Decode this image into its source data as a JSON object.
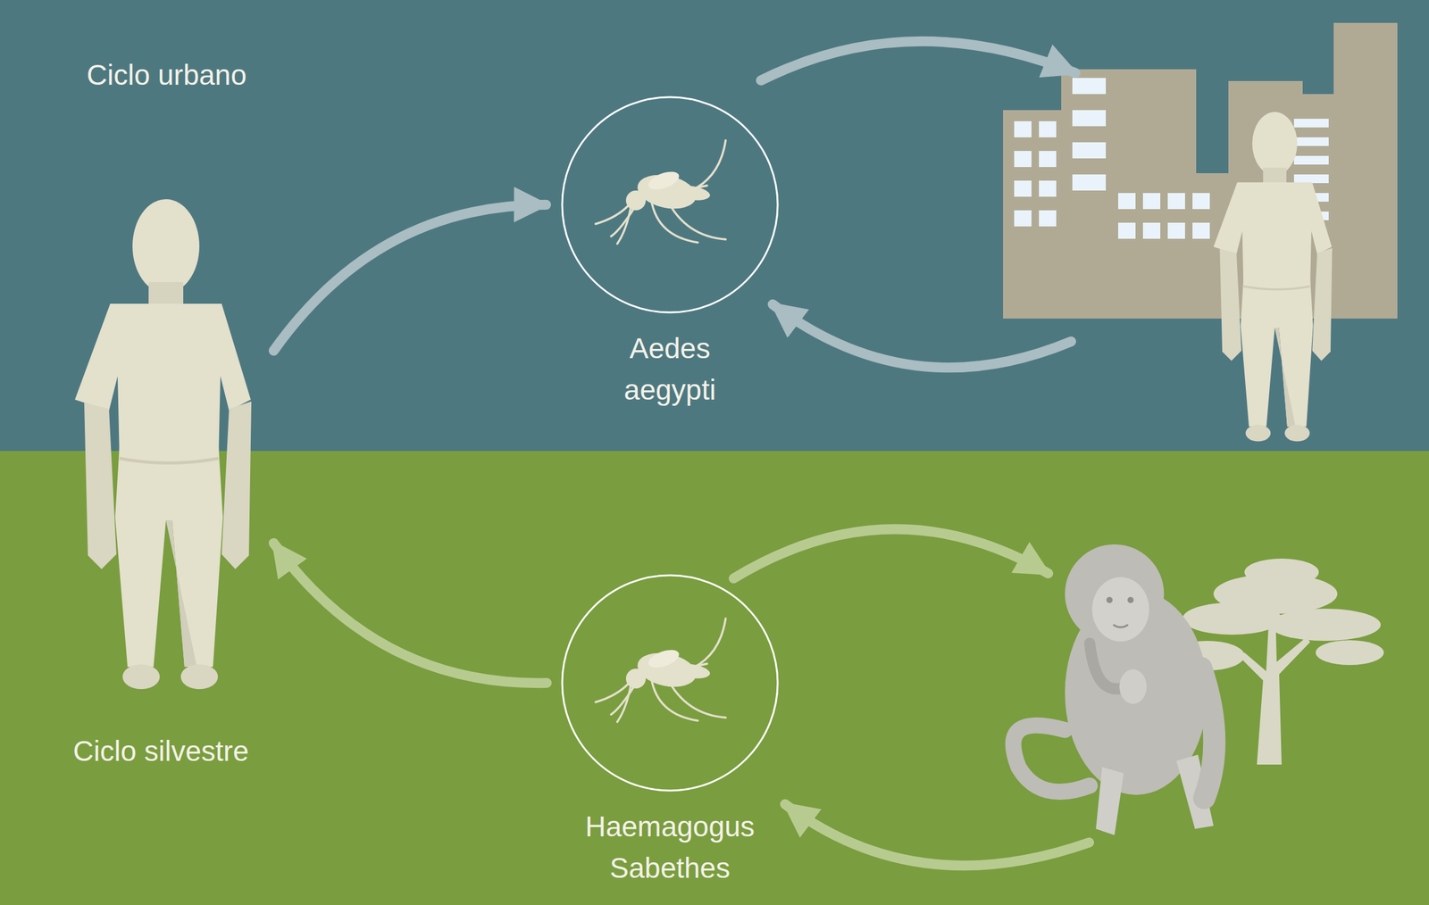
{
  "diagram": {
    "nodes": [
      {
        "text": [
          "Ciclo urbano"
        ]
      },
      {
        "text": [
          "Aedes aegypti"
        ],
        "in": 0
      },
      {
        "text": [
          "Ciclo silvestre"
        ]
      },
      {
        "text": [
          "Haemagogus Sabethes"
        ],
        "in": 2
      }
    ]
  }
}
